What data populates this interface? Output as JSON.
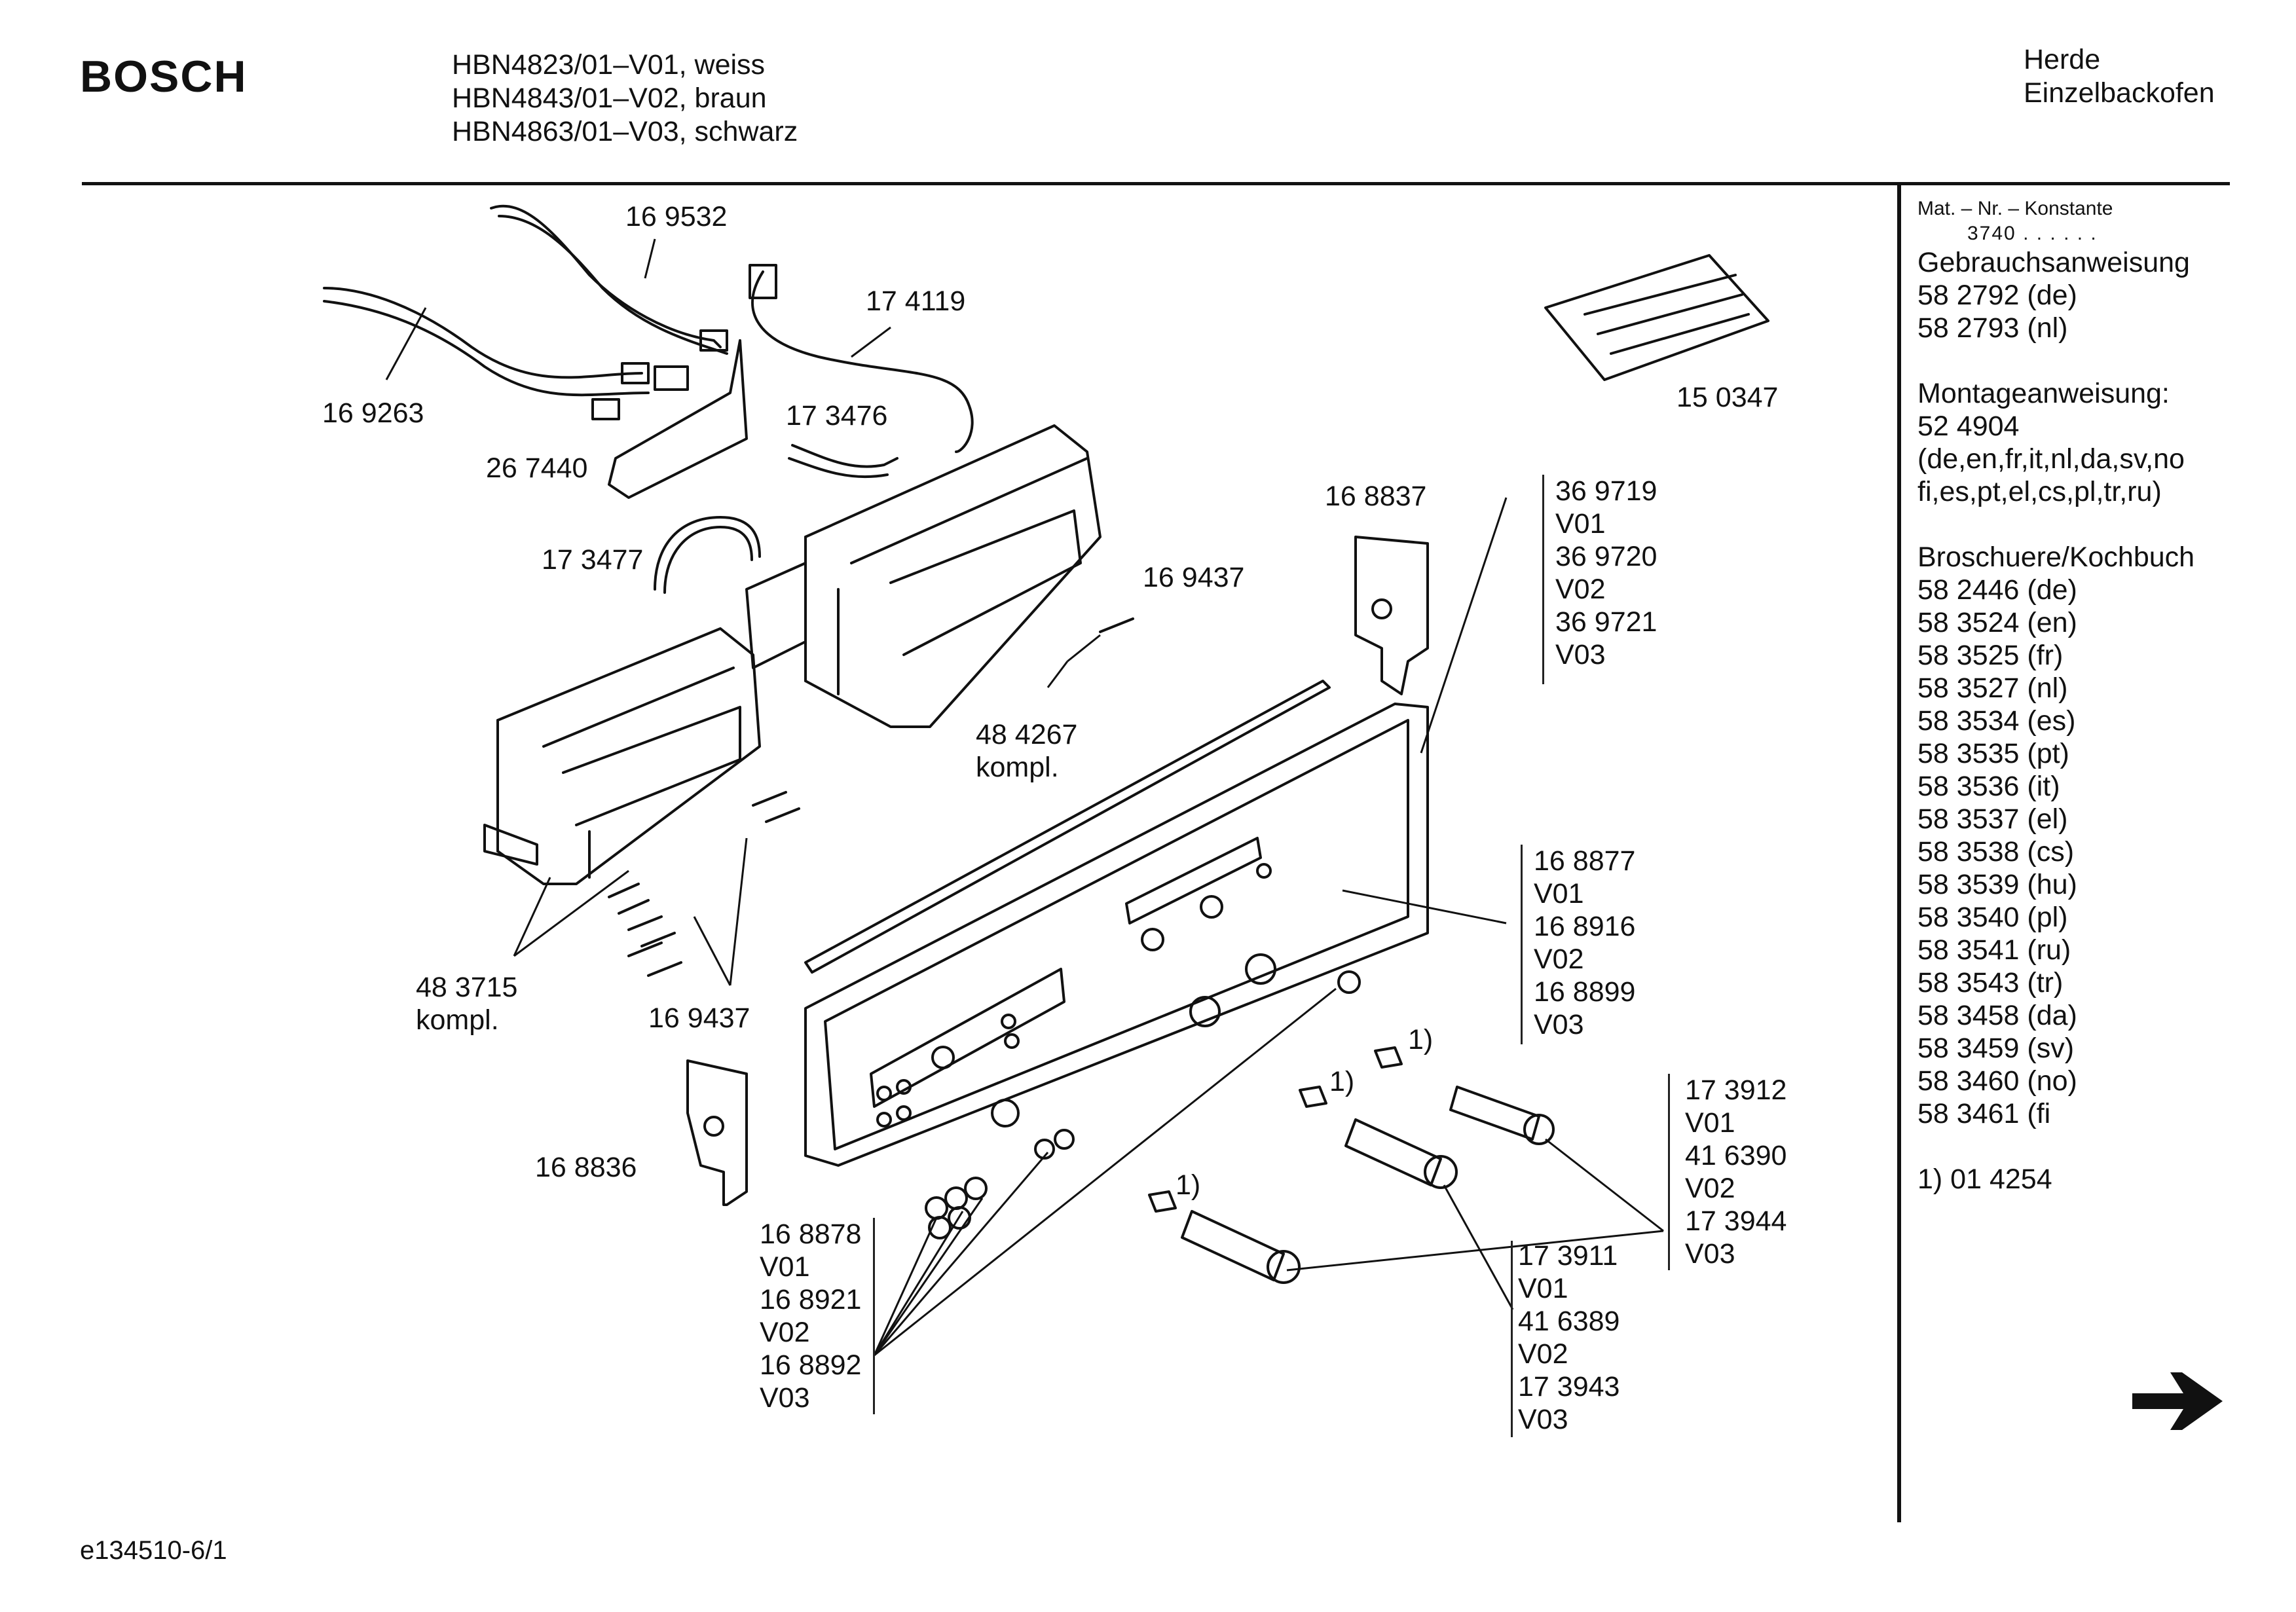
{
  "header": {
    "brand": "BOSCH",
    "models": [
      "HBN4823/01–V01, weiss",
      "HBN4843/01–V02, braun",
      "HBN4863/01–V03, schwarz"
    ],
    "category": [
      "Herde",
      "Einzelbackofen"
    ]
  },
  "sidebar": {
    "mat_nr_label": "Mat. – Nr. – Konstante",
    "mat_nr_value": "3740 .  .  .  .  .  .",
    "gebrauchsanweisung": {
      "title": "Gebrauchsanweisung",
      "items": [
        "58 2792 (de)",
        "58 2793 (nl)"
      ]
    },
    "montageanweisung": {
      "title": "Montageanweisung:",
      "items": [
        "52 4904",
        "(de,en,fr,it,nl,da,sv,no",
        "fi,es,pt,el,cs,pl,tr,ru)"
      ]
    },
    "broschuere": {
      "title": "Broschuere/Kochbuch",
      "items": [
        "58 2446 (de)",
        "58 3524 (en)",
        "58 3525 (fr)",
        "58 3527 (nl)",
        "58 3534 (es)",
        "58 3535 (pt)",
        "58 3536 (it)",
        "58 3537 (el)",
        "58 3538 (cs)",
        "58 3539 (hu)",
        "58 3540 (pl)",
        "58 3541 (ru)",
        "58 3543 (tr)",
        "58 3458 (da)",
        "58 3459 (sv)",
        "58 3460 (no)",
        "58 3461 (fi"
      ]
    },
    "footnote": "1) 01 4254"
  },
  "footer": {
    "doc_code": "e134510-6/1"
  },
  "labels": {
    "p169532": "16 9532",
    "p169263": "16 9263",
    "p267440": "26 7440",
    "p174119": "17 4119",
    "p173476": "17 3476",
    "p173477": "17 3477",
    "p150347": "15 0347",
    "p168837": "16 8837",
    "p169437_top": "16 9437",
    "p484267": [
      "48 4267",
      "kompl."
    ],
    "p483715": [
      "48 3715",
      "kompl."
    ],
    "p169437_bottom": "16 9437",
    "p168836": "16 8836",
    "fn1_a": "1)",
    "fn1_b": "1)",
    "fn1_c": "1)",
    "list_panel": [
      "36 9719",
      "V01",
      "36 9720",
      "V02",
      "36 9721",
      "V03"
    ],
    "list_panel_insert": [
      "16 8877",
      "V01",
      "16 8916",
      "V02",
      "16 8899",
      "V03"
    ],
    "list_knobs_small": [
      "16 8878",
      "V01",
      "16 8921",
      "V02",
      "16 8892",
      "V03"
    ],
    "list_knob_shaft_b": [
      "17 3911",
      "V01",
      "41 6389",
      "V02",
      "17 3943",
      "V03"
    ],
    "list_knob_shaft_a": [
      "17 3912",
      "V01",
      "41 6390",
      "V02",
      "17 3944",
      "V03"
    ]
  }
}
